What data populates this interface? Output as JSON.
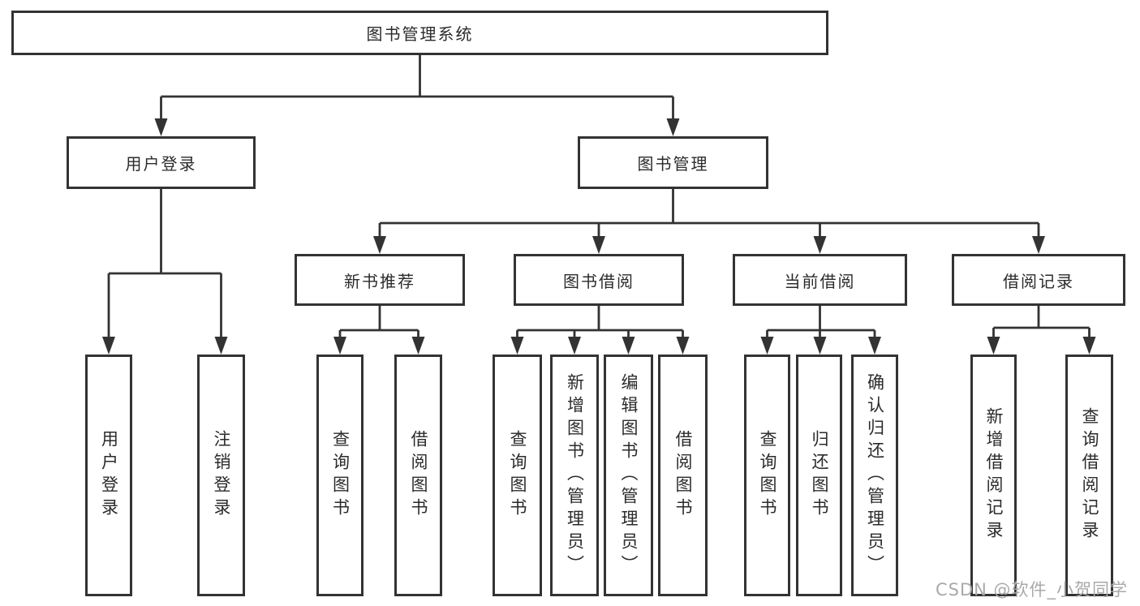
{
  "diagram": {
    "root": {
      "label": "图书管理系统"
    },
    "level2": [
      {
        "label": "用户登录"
      },
      {
        "label": "图书管理"
      }
    ],
    "level3": [
      {
        "label": "新书推荐"
      },
      {
        "label": "图书借阅"
      },
      {
        "label": "当前借阅"
      },
      {
        "label": "借阅记录"
      }
    ],
    "leaves": {
      "userLogin": [
        "用户登录",
        "注销登录"
      ],
      "newBook": [
        "查询图书",
        "借阅图书"
      ],
      "bookBorrow": [
        "查询图书",
        "新增图书（管理员）",
        "编辑图书（管理员）",
        "借阅图书"
      ],
      "currentBorrow": [
        "查询图书",
        "归还图书",
        "确认归还（管理员）"
      ],
      "borrowRecords": [
        "新增借阅记录",
        "查询借阅记录"
      ]
    }
  },
  "watermark": "CSDN @软件_小贺同学",
  "colors": {
    "line": "#333333",
    "text": "#2b2b2b",
    "watermark": "#a9a9a9",
    "background": "#ffffff"
  }
}
